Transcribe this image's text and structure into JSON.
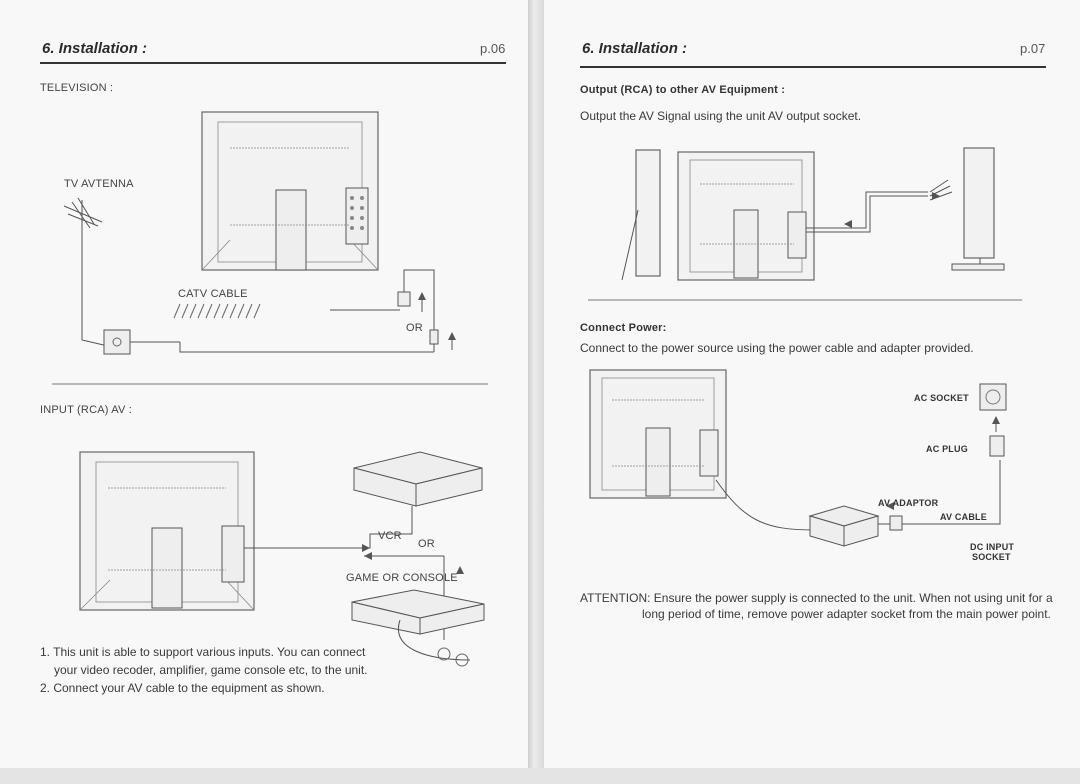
{
  "left": {
    "section_title": "6. Installation :",
    "page_number": "p.06",
    "television_heading": "TELEVISION :",
    "tv_antenna_label": "TV AVTENNA",
    "catv_cable_label": "CATV CABLE",
    "or_label": "OR",
    "input_heading": "INPUT (RCA) AV :",
    "vcr_label": "VCR",
    "or_label_2": "OR",
    "game_label": "GAME OR CONSOLE",
    "notes": [
      "1. This unit is able to support various inputs. You can connect",
      "your video recoder, amplifier, game console etc, to the unit.",
      "2. Connect your AV cable to the equipment as shown."
    ]
  },
  "right": {
    "section_title": "6. Installation :",
    "page_number": "p.07",
    "output_heading": "Output (RCA) to other AV Equipment :",
    "output_text": "Output the AV Signal using the unit AV output socket.",
    "power_heading": "Connect Power:",
    "power_text": "Connect to the power source using the power cable and adapter provided.",
    "ac_socket_label": "AC SOCKET",
    "ac_plug_label": "AC PLUG",
    "av_adaptor_label": "AV ADAPTOR",
    "av_cable_label": "AV CABLE",
    "dc_input_label_1": "DC INPUT",
    "dc_input_label_2": "SOCKET",
    "attention_line_1": "ATTENTION: Ensure the power supply is connected to the unit. When not using unit for a",
    "attention_line_2": "long period of time, remove power adapter socket from the main power point."
  }
}
